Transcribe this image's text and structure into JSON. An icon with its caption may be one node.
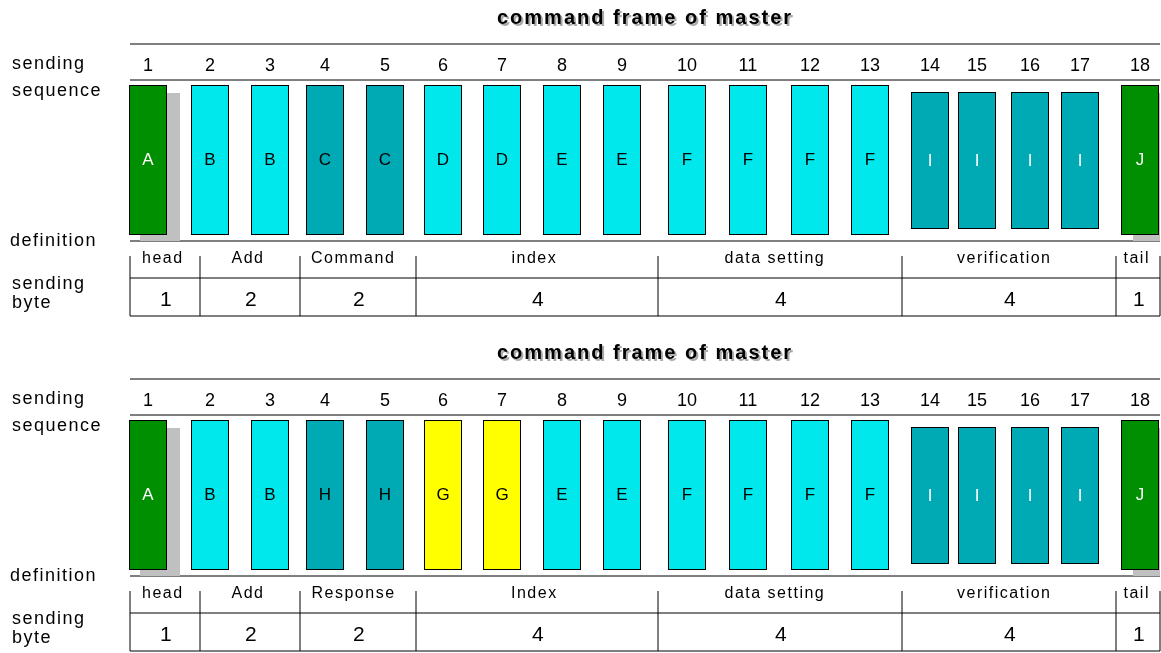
{
  "diagram": {
    "nodes": [
      {
        "text": [
          "A"
        ]
      },
      {
        "text": [
          "B"
        ]
      },
      {
        "text": [
          "B"
        ]
      },
      {
        "text": [
          "C"
        ]
      },
      {
        "text": [
          "C"
        ]
      },
      {
        "text": [
          "D"
        ]
      },
      {
        "text": [
          "D"
        ]
      },
      {
        "text": [
          "E"
        ]
      },
      {
        "text": [
          "E"
        ]
      },
      {
        "text": [
          "F"
        ]
      },
      {
        "text": [
          "F"
        ]
      },
      {
        "text": [
          "F"
        ]
      },
      {
        "text": [
          "F"
        ]
      },
      {
        "text": [
          "I"
        ]
      },
      {
        "text": [
          "I"
        ]
      },
      {
        "text": [
          "I"
        ]
      },
      {
        "text": [
          "I"
        ]
      },
      {
        "text": [
          "J"
        ]
      },
      {
        "text": [
          "A"
        ]
      },
      {
        "text": [
          "B"
        ]
      },
      {
        "text": [
          "B"
        ]
      },
      {
        "text": [
          "H"
        ]
      },
      {
        "text": [
          "H"
        ]
      },
      {
        "text": [
          "G"
        ]
      },
      {
        "text": [
          "G"
        ]
      },
      {
        "text": [
          "E"
        ]
      },
      {
        "text": [
          "E"
        ]
      },
      {
        "text": [
          "F"
        ]
      },
      {
        "text": [
          "F"
        ]
      },
      {
        "text": [
          "F"
        ]
      },
      {
        "text": [
          "F"
        ]
      },
      {
        "text": [
          "I"
        ]
      },
      {
        "text": [
          "I"
        ]
      },
      {
        "text": [
          "I"
        ]
      },
      {
        "text": [
          "I"
        ]
      },
      {
        "text": [
          "J"
        ]
      }
    ],
    "labels": [
      "command frame of master",
      "sending sequence",
      "1",
      "2",
      "3",
      "4",
      "5",
      "6",
      "7",
      "8",
      "9",
      "10",
      "11",
      "12",
      "13",
      "14",
      "15",
      "16",
      "17",
      "18",
      "definition",
      "head",
      "Add",
      "Command",
      "index",
      "data setting",
      "verification",
      "tail",
      "sending byte",
      "1",
      "2",
      "2",
      "4",
      "4",
      "4",
      "1",
      "command frame of master",
      "sending sequence",
      "1",
      "2",
      "3",
      "4",
      "5",
      "6",
      "7",
      "8",
      "9",
      "10",
      "11",
      "12",
      "13",
      "14",
      "15",
      "16",
      "17",
      "18",
      "definition",
      "head",
      "Add",
      "Response",
      "Index",
      "data setting",
      "verification",
      "tail",
      "sending byte",
      "1",
      "2",
      "2",
      "4",
      "4",
      "4",
      "1"
    ]
  }
}
